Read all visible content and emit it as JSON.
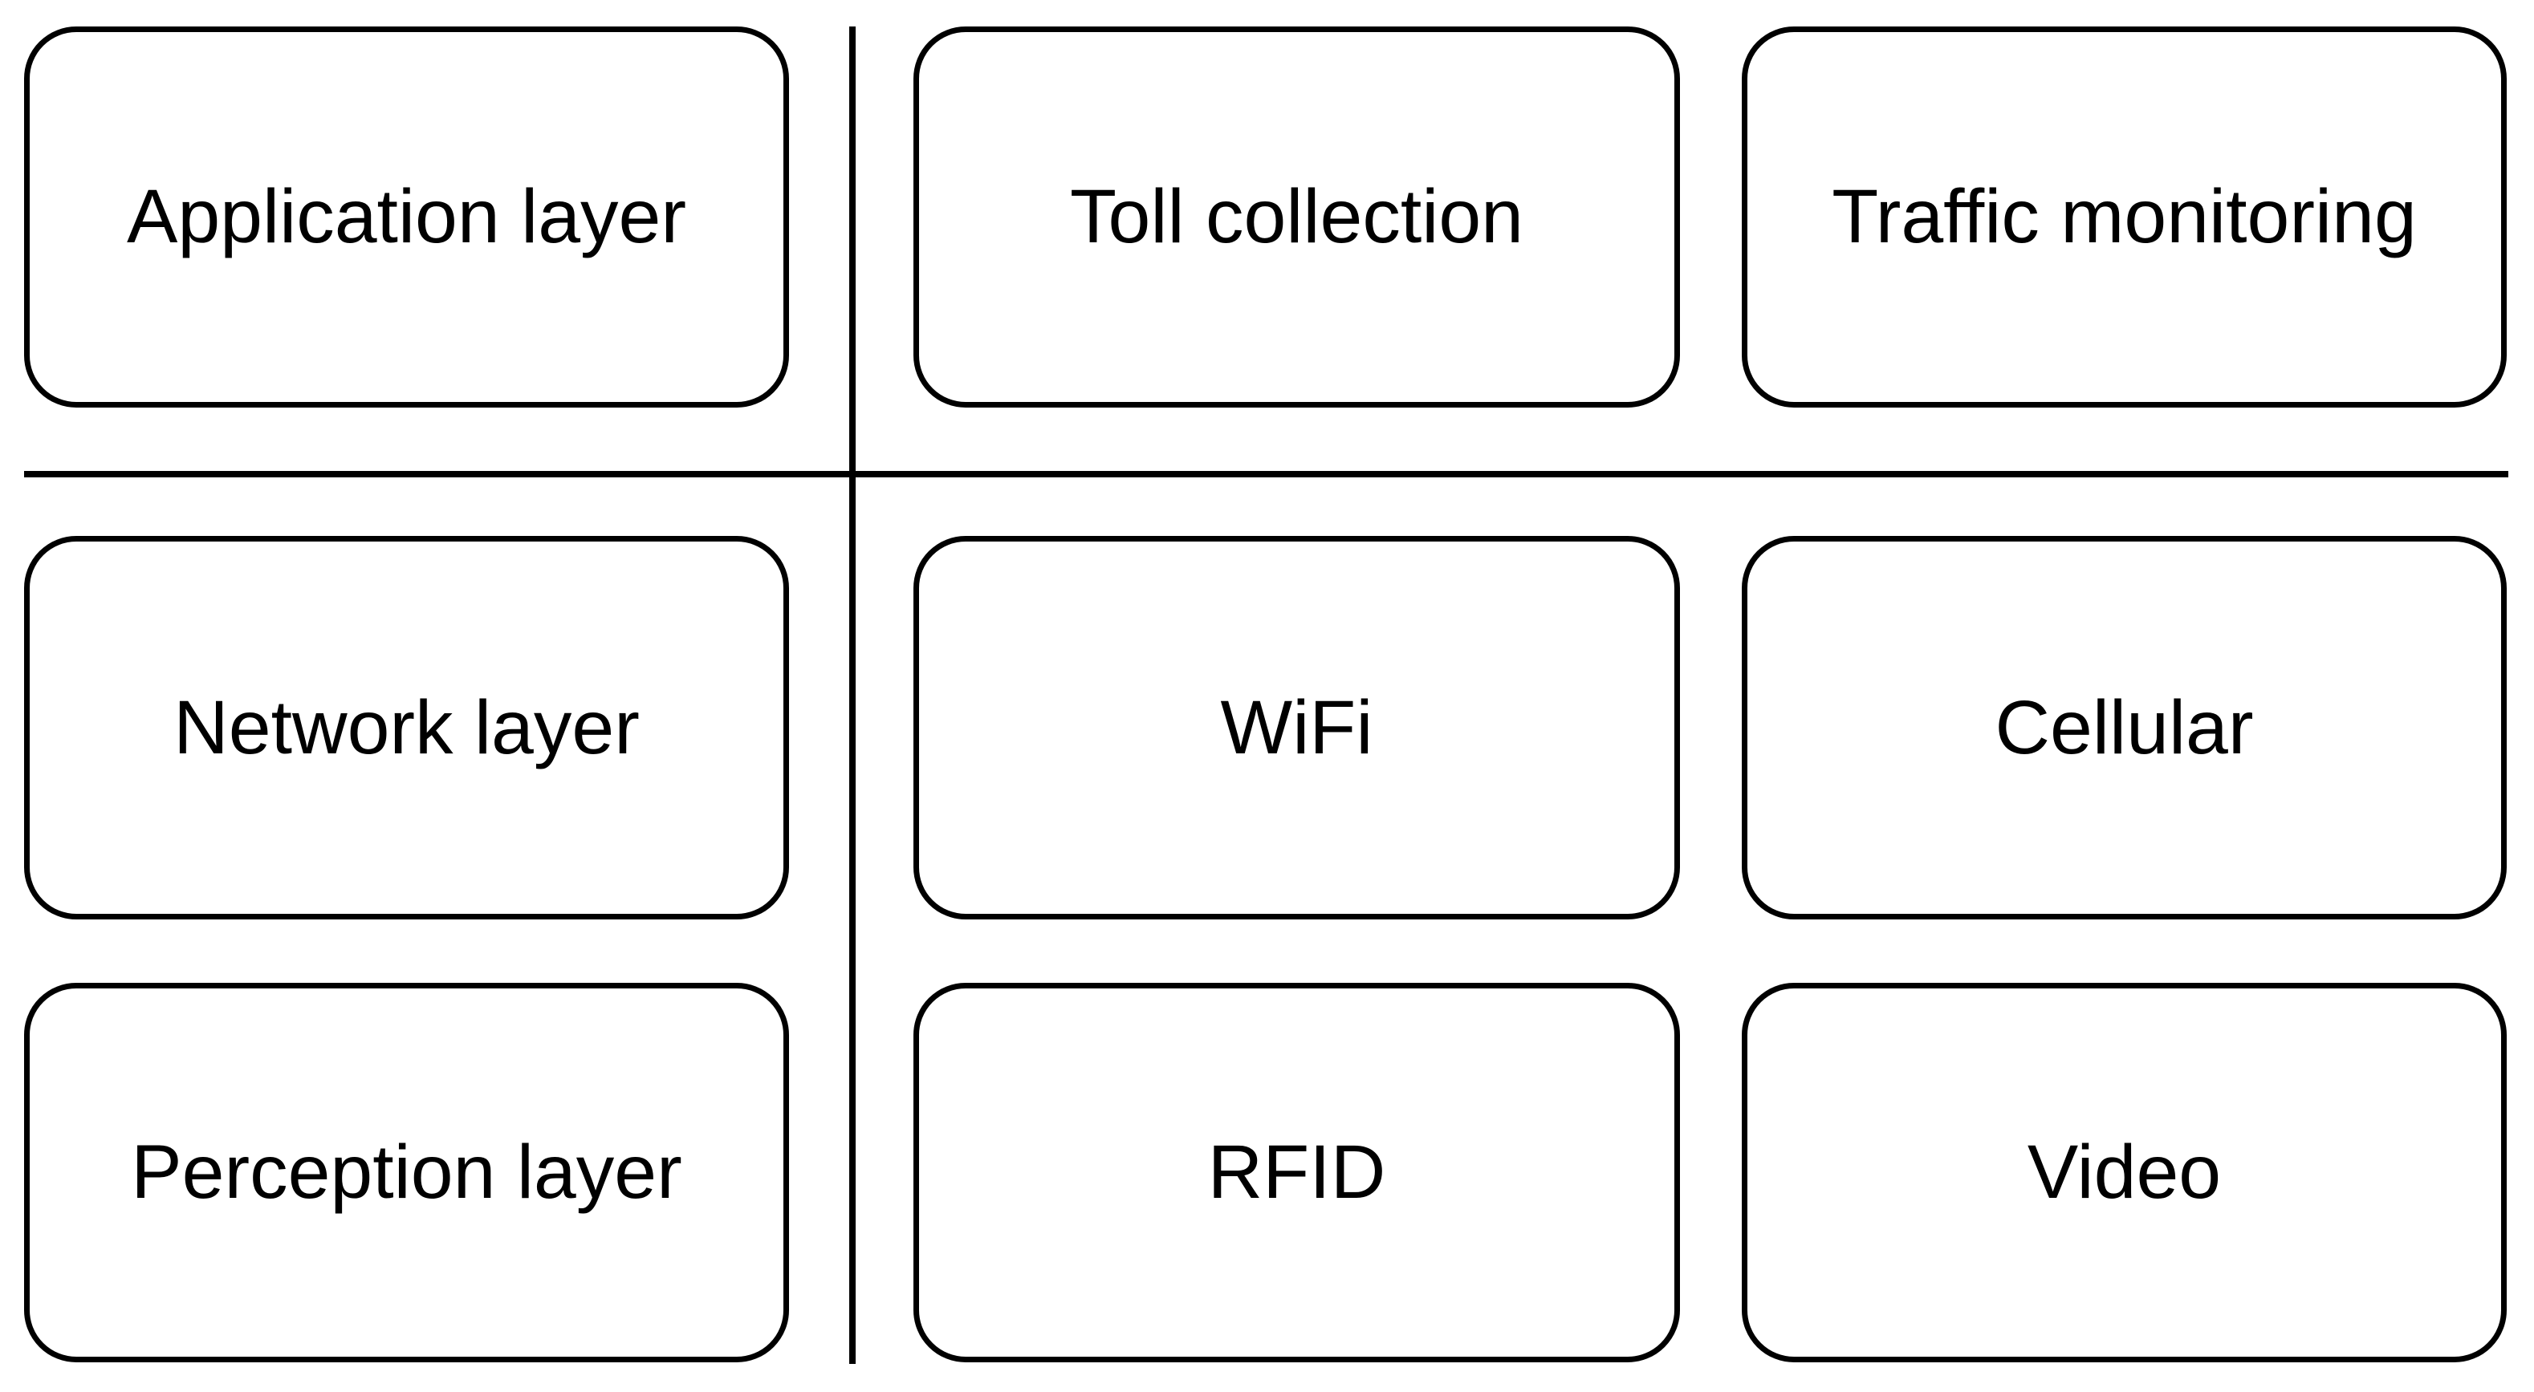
{
  "diagram": {
    "background_color": "#ffffff",
    "line_color": "#000000",
    "rows": [
      {
        "layer": "Application layer",
        "items": [
          "Toll collection",
          "Traffic monitoring"
        ]
      },
      {
        "layer": "Network layer",
        "items": [
          "WiFi",
          "Cellular"
        ]
      },
      {
        "layer": "Perception layer",
        "items": [
          "RFID",
          "Video"
        ]
      }
    ]
  }
}
